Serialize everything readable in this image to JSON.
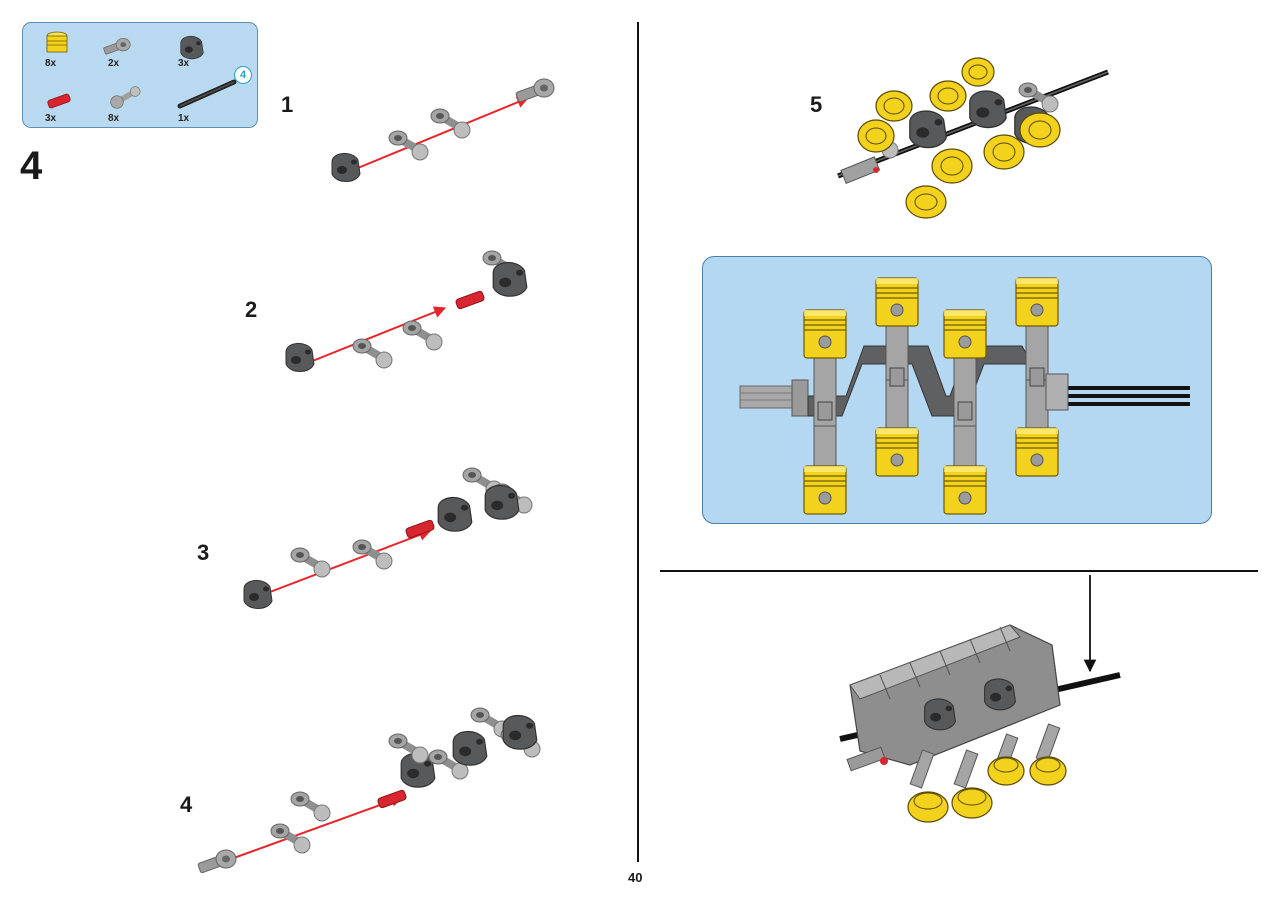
{
  "parts_list": {
    "items": [
      {
        "qty": "8x",
        "icon": "yellow-piston-icon"
      },
      {
        "qty": "2x",
        "icon": "grey-crank-axle-icon"
      },
      {
        "qty": "3x",
        "icon": "dark-grey-cam-icon"
      },
      {
        "qty": "3x",
        "icon": "red-pin-icon"
      },
      {
        "qty": "8x",
        "icon": "grey-connecting-rod-icon"
      },
      {
        "qty": "1x",
        "icon": "black-axle-icon"
      }
    ],
    "sub_assembly_badge": "4"
  },
  "step_number": "4",
  "sub_steps": [
    "1",
    "2",
    "3",
    "4"
  ],
  "right_step_number": "5",
  "page_number": "40",
  "colors": {
    "panel_blue": "#b9d9f0",
    "piston_yellow": "#f3d21d",
    "grey_part": "#a5a5a5",
    "dark_grey_part": "#58595b",
    "red_pin": "#d7262f",
    "arrow_red": "#e8232a"
  }
}
